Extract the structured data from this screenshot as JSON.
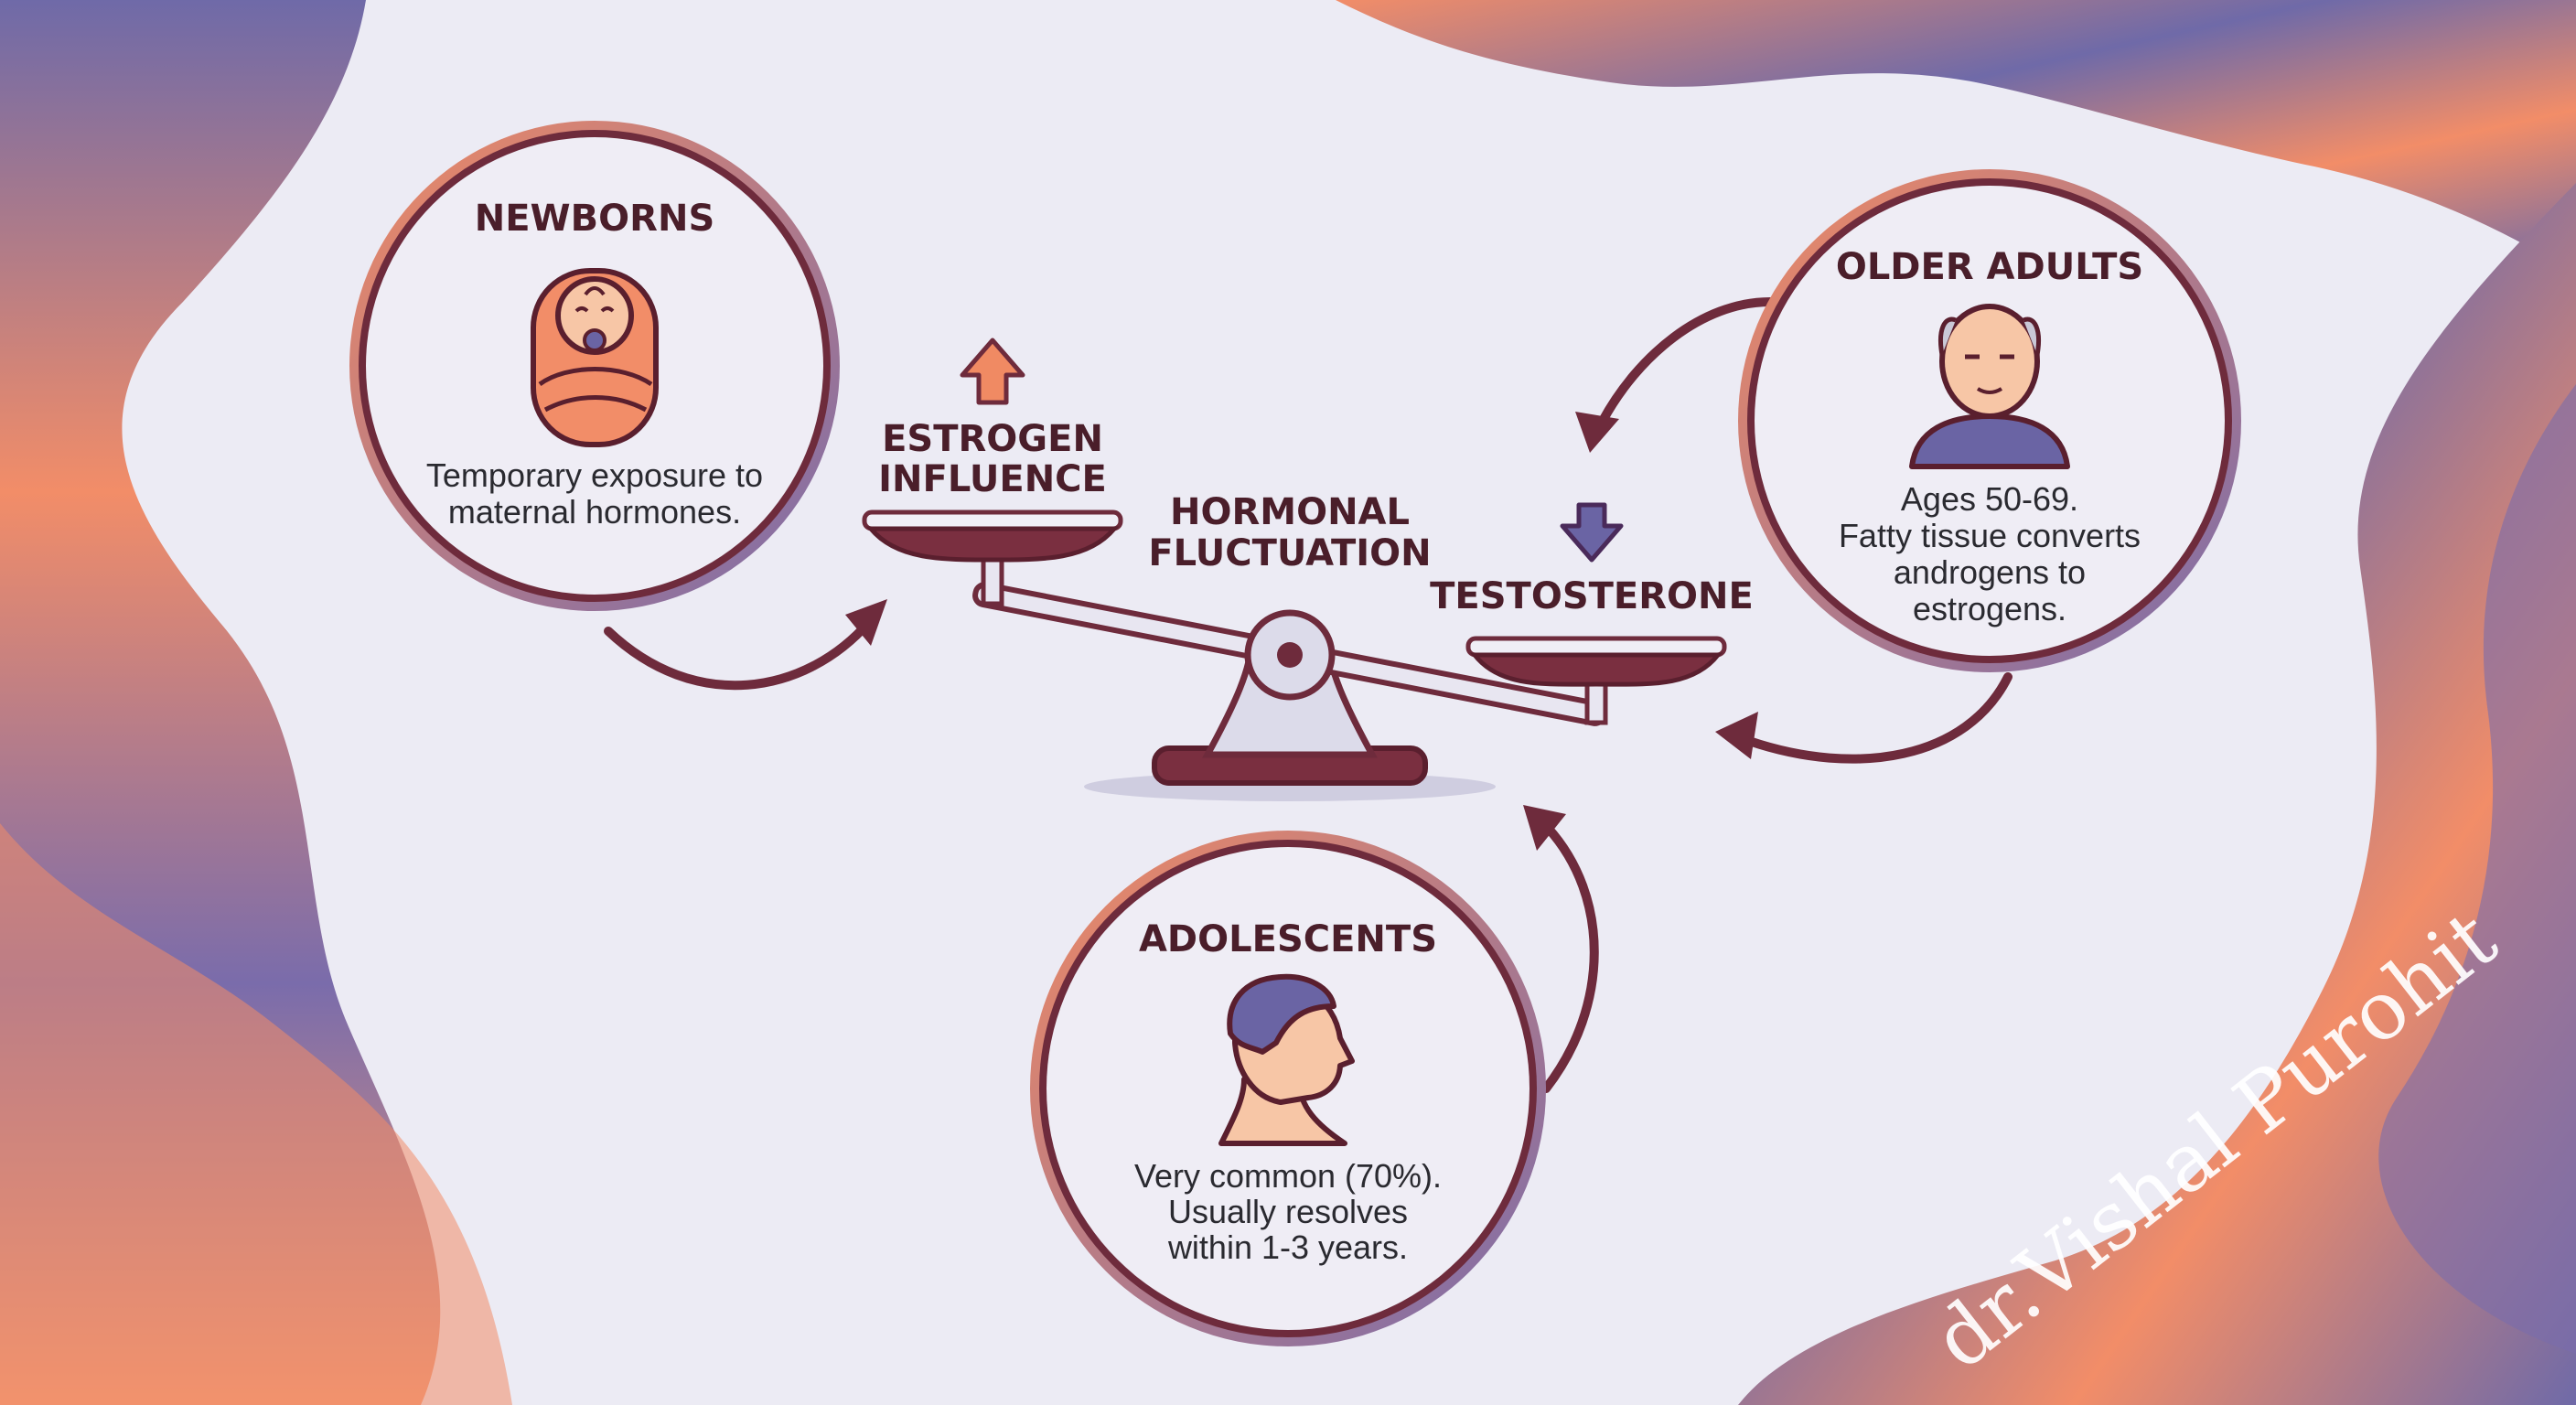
{
  "center": {
    "line1": "HORMONAL",
    "line2": "FLUCTUATION"
  },
  "estrogen": {
    "line1": "ESTROGEN",
    "line2": "INFLUENCE",
    "indicator": "arrow-up-icon"
  },
  "testosterone": {
    "label": "TESTOSTERONE",
    "indicator": "arrow-down-icon"
  },
  "groups": {
    "newborns": {
      "title": "NEWBORNS",
      "icon": "swaddled-baby-icon",
      "lines": [
        "Temporary exposure to",
        "maternal hormones."
      ]
    },
    "older_adults": {
      "title": "OLDER ADULTS",
      "icon": "elderly-man-icon",
      "lines": [
        "Ages 50-69.",
        "Fatty tissue converts",
        "androgens to",
        "estrogens."
      ]
    },
    "adolescents": {
      "title": "ADOLESCENTS",
      "icon": "teen-profile-icon",
      "lines": [
        "Very common (70%).",
        "Usually resolves",
        "within 1-3 years."
      ]
    }
  },
  "signature": "dr.Vishal Purohit",
  "colors": {
    "background": "#ecebf4",
    "wave_purple": "#6f6aa8",
    "wave_orange": "#f28d68",
    "maroon": "#6e2b3c",
    "estrogen_arrow": "#f08a63",
    "testosterone_arrow": "#6a64a4"
  }
}
